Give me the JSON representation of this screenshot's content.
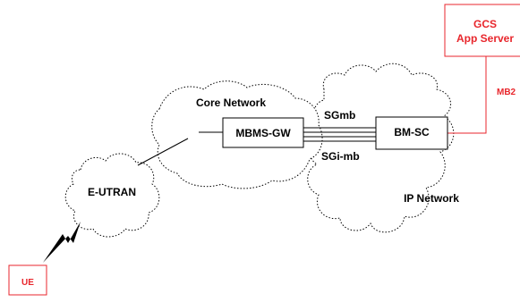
{
  "diagram": {
    "nodes": {
      "gcs_line1": "GCS",
      "gcs_line2": "App Server",
      "mbms_gw": "MBMS-GW",
      "bm_sc": "BM-SC",
      "ue": "UE"
    },
    "clouds": {
      "core_network": "Core Network",
      "e_utran": "E-UTRAN",
      "ip_network": "IP Network"
    },
    "interfaces": {
      "mb2": "MB2",
      "sgmb": "SGmb",
      "sgi_mb": "SGi-mb"
    },
    "colors": {
      "accent": "#e8262c",
      "line": "#000000"
    }
  }
}
